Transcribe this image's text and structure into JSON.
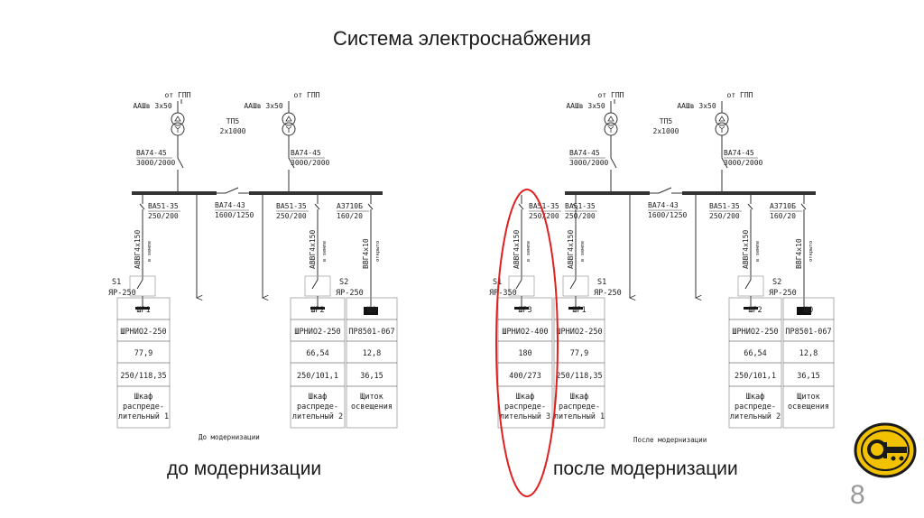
{
  "title": "Система электроснабжения",
  "caption_before": "до модернизации",
  "caption_after": "после модернизации",
  "page_number": "8",
  "colors": {
    "ellipse": "#e02020",
    "logo_yellow": "#f2c200",
    "logo_dark": "#1a1a1a"
  },
  "logo_icon": "company-logo-icon",
  "before": {
    "feed_left": "от ГПП",
    "feed_right": "от ГПП",
    "cable_left": "ААШв 3х50",
    "cable_right": "ААШв 3х50",
    "substation_name": "ТП5",
    "substation_rating": "2х1000",
    "breaker_in_left_name": "ВА74-45",
    "breaker_in_left_rating": "3000/2000",
    "breaker_in_right_name": "ВА74-45",
    "breaker_in_right_rating": "3000/2000",
    "tie_breaker_name": "ВА74-43",
    "tie_breaker_rating": "1600/1250",
    "feeder1_breaker": "ВА51-35",
    "feeder1_rating": "250/200",
    "feeder2_breaker": "ВА51-35",
    "feeder2_rating": "250/200",
    "feeder3_breaker": "А3710Б",
    "feeder3_rating": "160/20",
    "cable1": "АВВГ4х150",
    "cable1_note": "в земле",
    "cable2": "АВВГ4х150",
    "cable2_note": "в земле",
    "cable3": "ВВГ4х10",
    "cable3_note": "открыто",
    "switch1_name": "S1",
    "switch1_type": "ЯР-250",
    "switch2_name": "S2",
    "switch2_type": "ЯР-250",
    "footer": "До модернизации",
    "panels": [
      {
        "name": "ШР1",
        "type": "ШРНИО2-250",
        "power": "77,9",
        "current": "250/118,35",
        "desc1": "Шкаф",
        "desc2": "распреде-",
        "desc3": "лительный 1"
      },
      {
        "name": "ШР2",
        "type": "ШРНИО2-250",
        "power": "66,54",
        "current": "250/101,1",
        "desc1": "Шкаф",
        "desc2": "распреде-",
        "desc3": "лительный 2"
      },
      {
        "name": "ЩО",
        "type": "ПР8501-067",
        "power": "12,8",
        "current": "36,15",
        "desc1": "Щиток",
        "desc2": "освещения",
        "desc3": ""
      }
    ]
  },
  "after": {
    "feed_left": "от ГПП",
    "feed_right": "от ГПП",
    "cable_left": "ААШв 3х50",
    "cable_right": "ААШв 3х50",
    "substation_name": "ТП5",
    "substation_rating": "2х1000",
    "breaker_in_left_name": "ВА74-45",
    "breaker_in_left_rating": "3000/2000",
    "breaker_in_right_name": "ВА74-45",
    "breaker_in_right_rating": "3000/2000",
    "tie_breaker_name": "ВА74-43",
    "tie_breaker_rating": "1600/1250",
    "feeder0_breaker": "ВА51-35",
    "feeder0_rating": "250/200",
    "feeder1_breaker": "ВА51-35",
    "feeder1_rating": "250/200",
    "feeder2_breaker": "ВА51-35",
    "feeder2_rating": "250/200",
    "feeder3_breaker": "А3710Б",
    "feeder3_rating": "160/20",
    "cable0": "АВВГ4х150",
    "cable0_note": "в земле",
    "cable1": "АВВГ4х150",
    "cable1_note": "в земле",
    "cable2": "АВВГ4х150",
    "cable2_note": "в земле",
    "cable3": "ВВГ4х10",
    "cable3_note": "открыто",
    "switch0_name": "S1",
    "switch0_type": "ЯР-350",
    "switch1_name": "S1",
    "switch1_type": "ЯР-250",
    "switch2_name": "S2",
    "switch2_type": "ЯР-250",
    "footer": "После модернизации",
    "panels": [
      {
        "name": "ШР3",
        "type": "ШРНИО2-400",
        "power": "180",
        "current": "400/273",
        "desc1": "Шкаф",
        "desc2": "распреде-",
        "desc3": "лительный 3"
      },
      {
        "name": "ШР1",
        "type": "ШРНИО2-250",
        "power": "77,9",
        "current": "250/118,35",
        "desc1": "Шкаф",
        "desc2": "распреде-",
        "desc3": "лительный 1"
      },
      {
        "name": "ШР2",
        "type": "ШРНИО2-250",
        "power": "66,54",
        "current": "250/101,1",
        "desc1": "Шкаф",
        "desc2": "распреде-",
        "desc3": "лительный 2"
      },
      {
        "name": "ЩО",
        "type": "ПР8501-067",
        "power": "12,8",
        "current": "36,15",
        "desc1": "Щиток",
        "desc2": "освещения",
        "desc3": ""
      }
    ]
  }
}
